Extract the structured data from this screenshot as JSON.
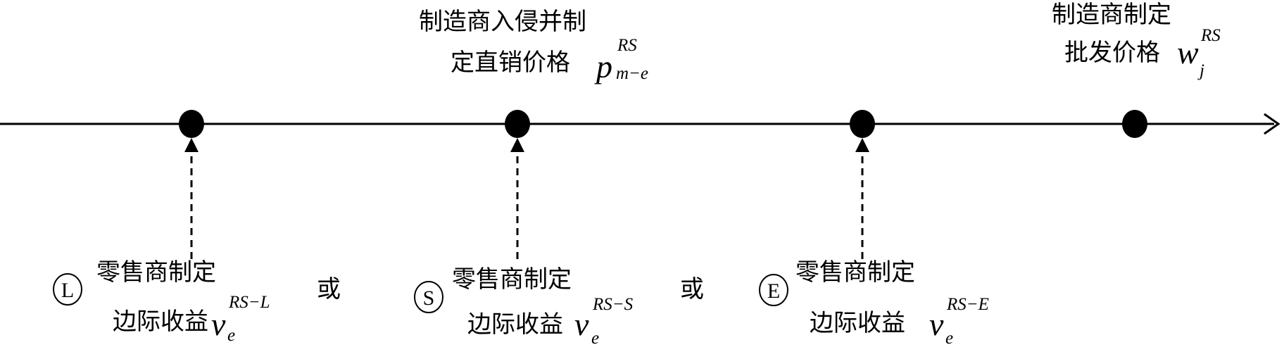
{
  "timeline": {
    "events_above": [
      {
        "line1": "制造商入侵并制",
        "line2": "定直销价格",
        "var": "p",
        "sup": "RS",
        "sub": "m−e"
      },
      {
        "line1": "制造商制定",
        "line2": "批发价格",
        "var": "w",
        "sup": "RS",
        "sub": "j"
      }
    ],
    "options_below": [
      {
        "marker": "L",
        "line1": "零售商制定",
        "line2": "边际收益",
        "var": "v",
        "sup": "RS−L",
        "sub": "e"
      },
      {
        "marker": "S",
        "line1": "零售商制定",
        "line2": "边际收益",
        "var": "v",
        "sup": "RS−S",
        "sub": "e"
      },
      {
        "marker": "E",
        "line1": "零售商制定",
        "line2": "边际收益",
        "var": "v",
        "sup": "RS−E",
        "sub": "e"
      }
    ],
    "connector": "或",
    "colors": {
      "line": "#000000",
      "dot": "#000000",
      "background": "#ffffff"
    }
  }
}
